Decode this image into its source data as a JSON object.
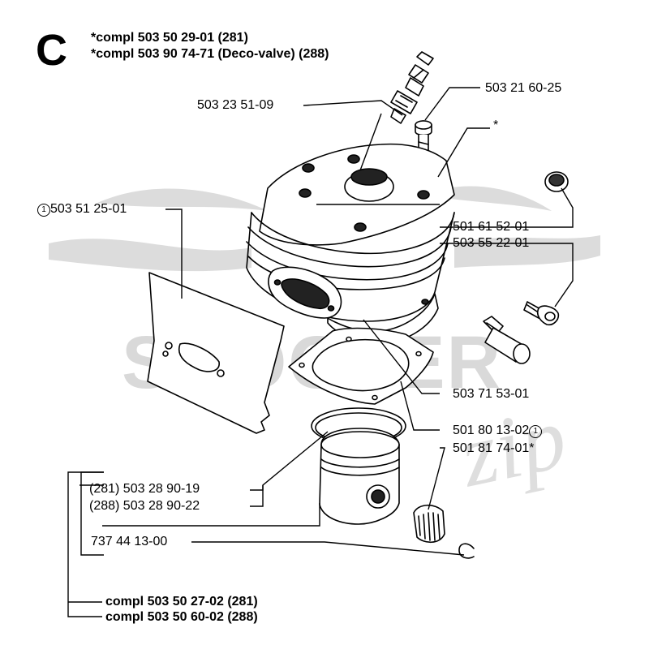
{
  "section": {
    "letter": "C",
    "compl_281": "*compl 503 50 29-01 (281)",
    "compl_288": "*compl 503 90 74-71 (Deco-valve) (288)"
  },
  "watermark": {
    "text": "SCOOTER",
    "text_2": "zip",
    "color": "#d8d8d8"
  },
  "parts": {
    "spark_plug": "503 23 51-09",
    "cylinder_screw": "503 21 60-25",
    "cylinder_asterisk": "*",
    "plate_marker": "1",
    "plate": "503 51 25-01",
    "cap": "501 61 52-01",
    "decomp_valve": "503 55 22-01",
    "bushing": "503 71 53-01",
    "gasket": "501 80 13-02",
    "gasket_marker": "1",
    "needle_bearing": "501 81 74-01*",
    "piston_281": "(281) 503 28 90-19",
    "piston_288": "(288) 503 28 90-22",
    "circlip": "737 44 13-00"
  },
  "kits": {
    "compl_281": "compl 503 50 27-02 (281)",
    "compl_288": "compl 503 50 60-02 (288)"
  }
}
